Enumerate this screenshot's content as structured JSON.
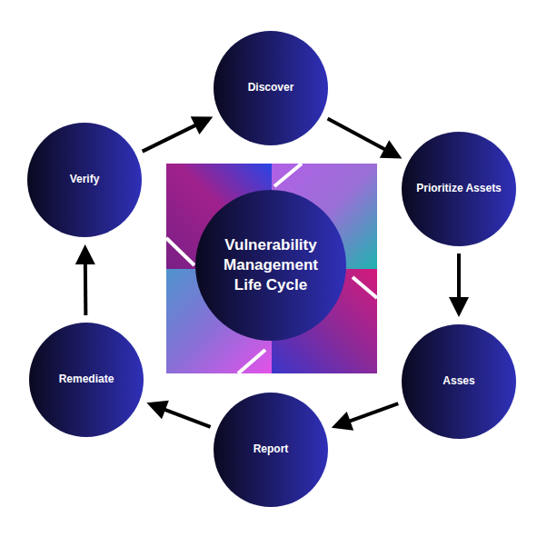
{
  "diagram": {
    "nodes": [
      {
        "text": [
          "Discover"
        ]
      },
      {
        "text": [
          "Prioritize Assets"
        ]
      },
      {
        "text": [
          "Asses"
        ]
      },
      {
        "text": [
          "Report"
        ]
      },
      {
        "text": [
          "Remediate"
        ]
      },
      {
        "text": [
          "Verify"
        ]
      },
      {
        "text": [
          "Vulnerability Management Life Cycle"
        ]
      }
    ],
    "edges": [
      {
        "from": 0,
        "to": 1,
        "arrow": "to"
      },
      {
        "from": 1,
        "to": 2,
        "arrow": "to"
      },
      {
        "from": 2,
        "to": 3,
        "arrow": "to"
      },
      {
        "from": 3,
        "to": 4,
        "arrow": "to"
      },
      {
        "from": 4,
        "to": 5,
        "arrow": "to"
      },
      {
        "from": 5,
        "to": 0,
        "arrow": "to"
      }
    ]
  }
}
